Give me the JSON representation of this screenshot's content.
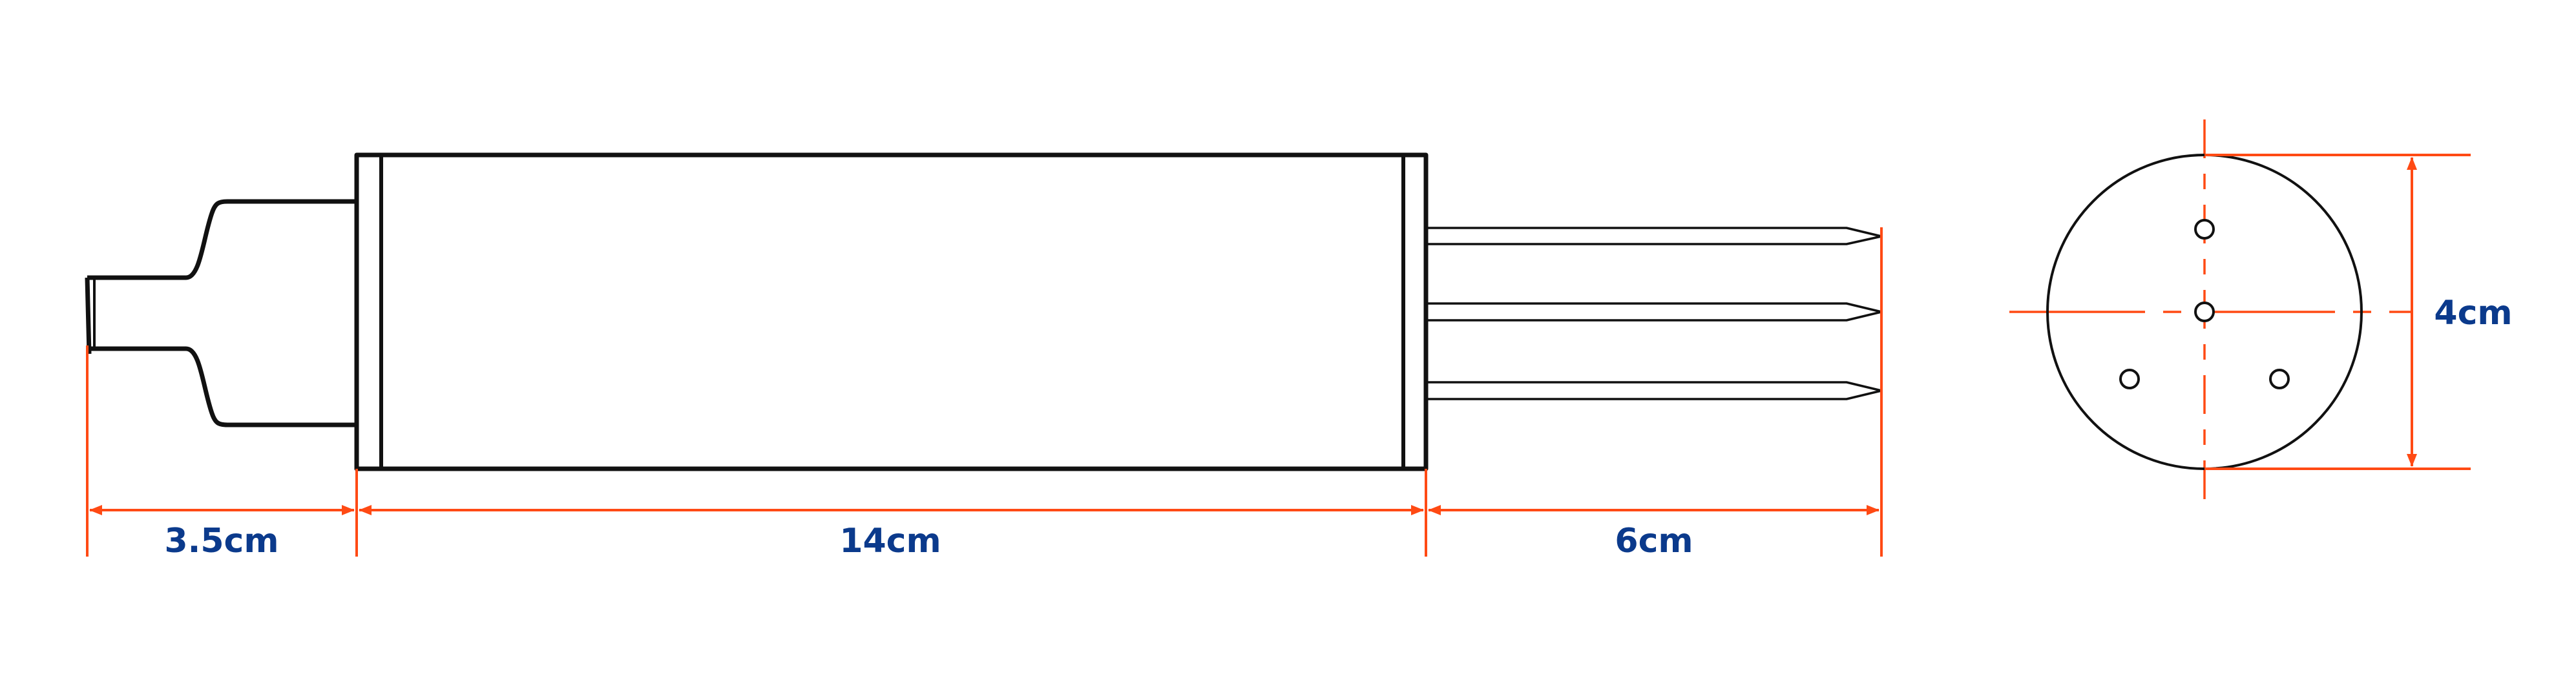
{
  "colors": {
    "outline": "#111111",
    "dimension": "#ff4a14",
    "label": "#0b3a8c"
  },
  "dimensions": {
    "connector_length": "3.5cm",
    "body_length": "14cm",
    "probe_length": "6cm",
    "diameter": "4cm"
  }
}
